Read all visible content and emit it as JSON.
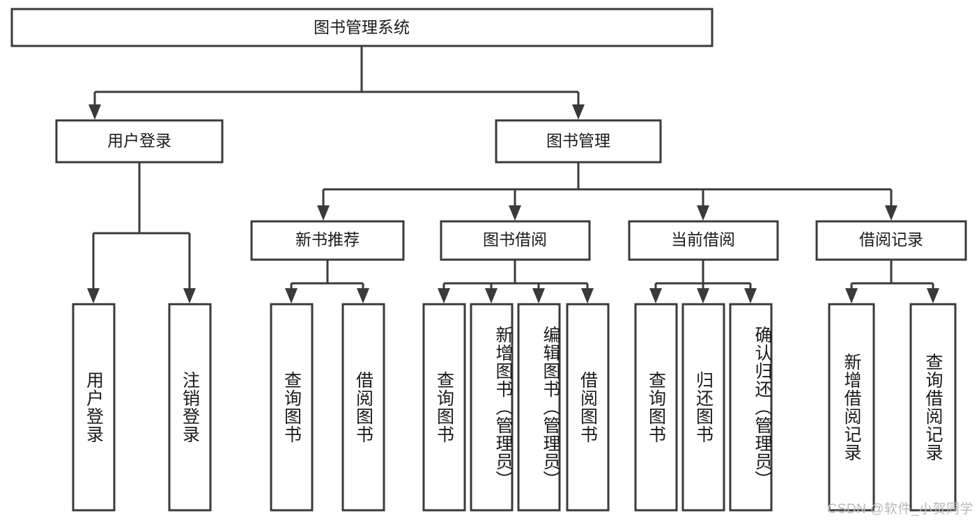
{
  "diagram": {
    "title": "图书管理系统",
    "type": "tree-hierarchy",
    "watermark": "CSDN @软件_小贺同学",
    "colors": {
      "stroke": "#3a3a3a",
      "box_fill": "#ffffff",
      "text": "#1a1a1a",
      "background": "#ffffff",
      "watermark": "#b9b9b9"
    },
    "root": {
      "label": "图书管理系统"
    },
    "level1": [
      {
        "label": "用户登录"
      },
      {
        "label": "图书管理"
      }
    ],
    "level2": [
      {
        "label": "新书推荐"
      },
      {
        "label": "图书借阅"
      },
      {
        "label": "当前借阅"
      },
      {
        "label": "借阅记录"
      }
    ],
    "leaves": {
      "user_login": [
        {
          "label": "用户登录"
        },
        {
          "label": "注销登录"
        }
      ],
      "new_book_recommend": [
        {
          "label": "查询图书"
        },
        {
          "label": "借阅图书"
        }
      ],
      "book_borrow": [
        {
          "label": "查询图书"
        },
        {
          "label": "新增图书（管理员）"
        },
        {
          "label": "编辑图书（管理员）"
        },
        {
          "label": "借阅图书"
        }
      ],
      "current_borrow": [
        {
          "label": "查询图书"
        },
        {
          "label": "归还图书"
        },
        {
          "label": "确认归还（管理员）"
        }
      ],
      "borrow_record": [
        {
          "label": "新增借阅记录"
        },
        {
          "label": "查询借阅记录"
        }
      ]
    }
  }
}
